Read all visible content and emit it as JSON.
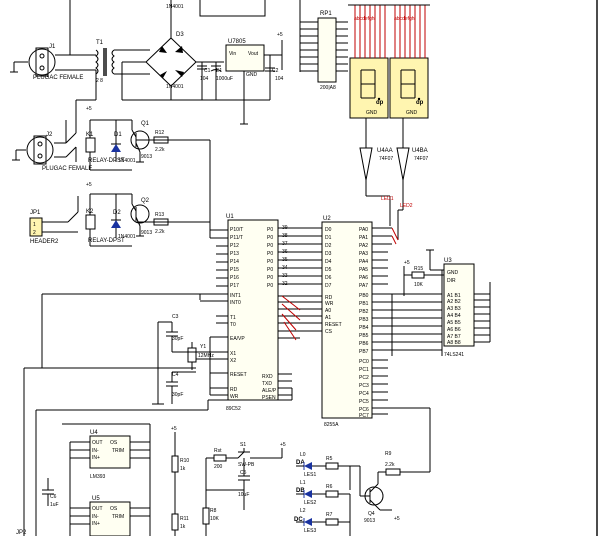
{
  "components": {
    "j1": {
      "ref": "J1",
      "value": "PLUGAC FEMALE"
    },
    "j2": {
      "ref": "J2",
      "value": "PLUGAC FEMALE"
    },
    "jp1": {
      "ref": "JP1",
      "value": "HEADER2"
    },
    "jp2": {
      "ref": "JP2"
    },
    "t1": {
      "ref": "T1"
    },
    "d3": {
      "ref": "D3"
    },
    "d3_top": {
      "value": "1N4001"
    },
    "d3_bot": {
      "value": "1N4001"
    },
    "u7805": {
      "ref": "U7805",
      "vin": "Vin",
      "vout": "Vout",
      "gnd": "GND"
    },
    "c1": {
      "ref": "C1",
      "value": "104"
    },
    "c2": {
      "ref": "C2",
      "value": "104"
    },
    "e1": {
      "ref": "E1",
      "value": "1000uF"
    },
    "k1": {
      "ref": "K1",
      "value": "RELAY-DPST"
    },
    "k2": {
      "ref": "K2",
      "value": "RELAY-DPST"
    },
    "d1": {
      "ref": "D1",
      "value": "1N4001"
    },
    "d2": {
      "ref": "D2",
      "value": "1N4001"
    },
    "q1": {
      "ref": "Q1",
      "value": "9013"
    },
    "q2": {
      "ref": "Q2",
      "value": "9013"
    },
    "q4": {
      "ref": "Q4",
      "value": "9013"
    },
    "r12": {
      "ref": "R12",
      "value": "2.2k"
    },
    "r13": {
      "ref": "R13",
      "value": "2.2k"
    },
    "rp1": {
      "ref": "RP1",
      "value": "200|A8"
    },
    "u4aa": {
      "ref": "U4AA",
      "value": "74F07"
    },
    "u4ba": {
      "ref": "U4BA",
      "value": "74F07"
    },
    "led1": {
      "ref": "LED1"
    },
    "led2": {
      "ref": "LED2"
    },
    "u1": {
      "ref": "U1",
      "value": "89C52"
    },
    "u2": {
      "ref": "U2",
      "value": "8255A"
    },
    "u3": {
      "ref": "U3",
      "value": "74LS241",
      "dir": "DIR",
      "gnd": "GND"
    },
    "r15": {
      "ref": "R15",
      "value": "10K"
    },
    "c3": {
      "ref": "C3",
      "value": "30pF"
    },
    "c4": {
      "ref": "C4",
      "value": "30pF"
    },
    "y1": {
      "ref": "Y1",
      "value": "12MHz"
    },
    "c5": {
      "ref": "C5",
      "value": "10uF"
    },
    "u4": {
      "ref": "U4",
      "value": "LM393"
    },
    "u5": {
      "ref": "U5"
    },
    "c6": {
      "ref": "C6",
      "value": "1uF"
    },
    "r10": {
      "ref": "R10",
      "value": "1k"
    },
    "r11": {
      "ref": "R11",
      "value": "1k"
    },
    "r8": {
      "ref": "R8",
      "value": "10K"
    },
    "rst": {
      "ref": "Rst",
      "value": "200"
    },
    "s1": {
      "ref": "S1",
      "value": "SW-PB"
    },
    "r9": {
      "ref": "R9",
      "value": "2.2k"
    },
    "r5": {
      "ref": "R5"
    },
    "r6": {
      "ref": "R6"
    },
    "r7": {
      "ref": "R7"
    },
    "led_da": {
      "ref": "L0",
      "value": "DA"
    },
    "led_db": {
      "ref": "L1",
      "value": "DB"
    },
    "led_dc": {
      "ref": "L2",
      "value": "DC"
    },
    "les1": {
      "value": "LES1"
    },
    "les2": {
      "value": "LES2"
    },
    "les3": {
      "value": "LES3"
    },
    "supply": {
      "vcc": "+5"
    }
  },
  "u1_pins_left": [
    "P10/T",
    "P11/T",
    "P12",
    "P13",
    "P14",
    "P15",
    "P16",
    "P17"
  ],
  "u1_pins_right": [
    "P0",
    "P0",
    "P0",
    "P0",
    "P0",
    "P0",
    "P0",
    "P0"
  ],
  "u1_pin_nums_right": [
    "39",
    "38",
    "37",
    "36",
    "35",
    "34",
    "33",
    "32"
  ],
  "u1_misc": {
    "int0": "INT0",
    "int1": "INT1",
    "t0": "T0",
    "t1": "T1",
    "eavp": "EA/VP",
    "x1": "X1",
    "x2": "X2",
    "reset": "RESET",
    "rd": "RD",
    "wr": "WR",
    "rxd": "RXD",
    "txd": "TXD",
    "ale": "ALE/P",
    "psen": "PSEN"
  },
  "u2_pins_left": [
    "D0",
    "D1",
    "D2",
    "D3",
    "D4",
    "D5",
    "D6",
    "D7"
  ],
  "u2_pins_right": [
    "PA0",
    "PA1",
    "PA2",
    "PA3",
    "PA4",
    "PA5",
    "PA6",
    "PA7"
  ],
  "u2_pb": [
    "PB0",
    "PB1",
    "PB2",
    "PB3",
    "PB4",
    "PB5",
    "PB6",
    "PB7"
  ],
  "u2_pc": [
    "PC0",
    "PC1",
    "PC2",
    "PC3",
    "PC4",
    "PC5",
    "PC6",
    "PC7"
  ],
  "u2_ctrl": [
    "RD",
    "WR",
    "A0",
    "A1",
    "RESET",
    "CS"
  ],
  "u3_pins": [
    "A1 B1",
    "A2 B2",
    "A3 B3",
    "A4 B4",
    "A5 B5",
    "A6 B6",
    "A7 B7",
    "A8 B8"
  ],
  "lm393": {
    "out": "OUT",
    "os": "OS",
    "trim": "TRIM",
    "inm": "IN-",
    "inp": "IN+"
  },
  "seg": {
    "dp": "dp",
    "gnd": "GND"
  }
}
